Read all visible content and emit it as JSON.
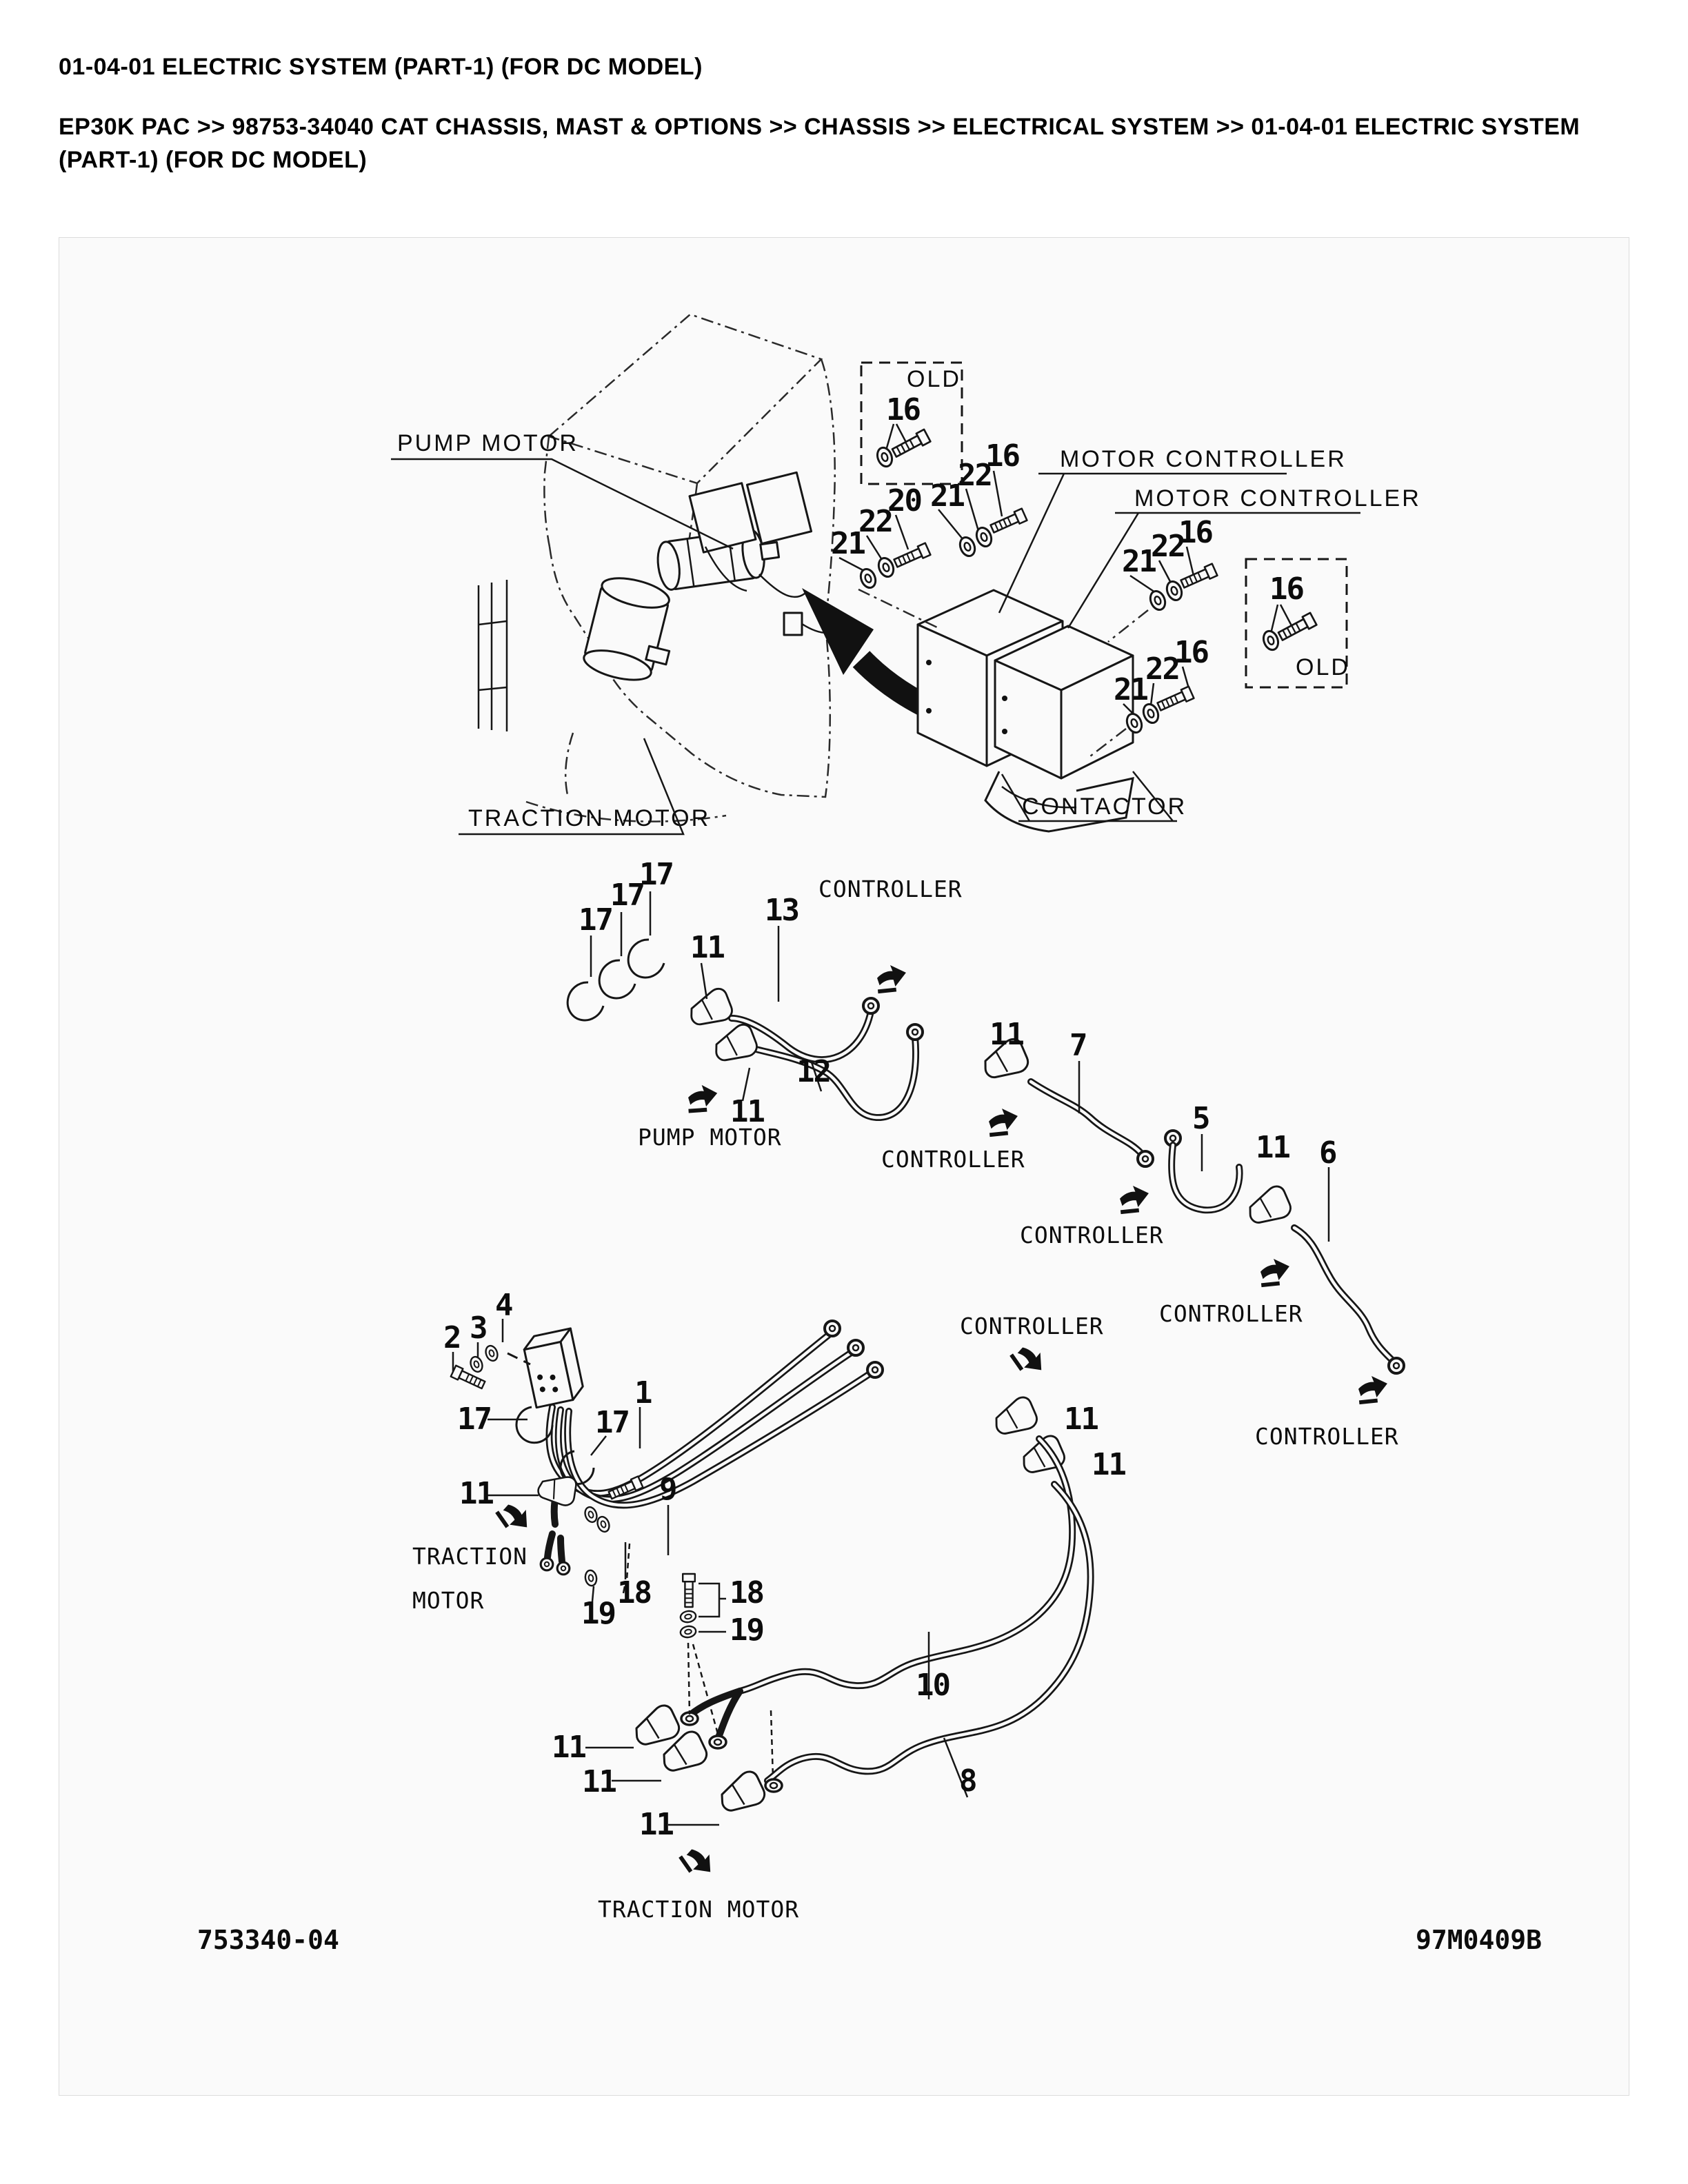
{
  "header": {
    "title": "01-04-01 ELECTRIC SYSTEM (PART-1) (FOR DC MODEL)",
    "breadcrumb": "EP30K PAC >> 98753-34040 CAT CHASSIS, MAST & OPTIONS >> CHASSIS >> ELECTRICAL SYSTEM >> 01-04-01 ELECTRIC SYSTEM (PART-1) (FOR DC MODEL)"
  },
  "diagram": {
    "background_color": "#fafafa",
    "ink_color": "#161616",
    "machine": {
      "pump_motor": "PUMP MOTOR",
      "traction_motor": "TRACTION MOTOR"
    },
    "assembly": {
      "motor_controller_upper": "MOTOR CONTROLLER",
      "motor_controller_lower": "MOTOR CONTROLLER",
      "contactor": "CONTACTOR",
      "old_box_left": "OLD",
      "old_box_right": "OLD"
    },
    "destinations": {
      "controller_pump_cables": "CONTROLLER",
      "controller_cable_7": "CONTROLLER",
      "controller_cable_5": "CONTROLLER",
      "controller_cable_6_upper": "CONTROLLER",
      "controller_cable_6_lower": "CONTROLLER",
      "controller_harness": "CONTROLLER",
      "pump_motor": "PUMP MOTOR",
      "traction_motor_upper_line1": "TRACTION",
      "traction_motor_upper_line2": "MOTOR",
      "traction_motor_lower": "TRACTION MOTOR"
    },
    "callouts": [
      {
        "part": "16"
      },
      {
        "part": "21"
      },
      {
        "part": "22"
      },
      {
        "part": "20"
      },
      {
        "part": "21"
      },
      {
        "part": "22"
      },
      {
        "part": "16"
      },
      {
        "part": "21"
      },
      {
        "part": "22"
      },
      {
        "part": "16"
      },
      {
        "part": "21"
      },
      {
        "part": "22"
      },
      {
        "part": "16"
      },
      {
        "part": "16"
      },
      {
        "part": "17"
      },
      {
        "part": "17"
      },
      {
        "part": "17"
      },
      {
        "part": "11"
      },
      {
        "part": "13"
      },
      {
        "part": "12"
      },
      {
        "part": "11"
      },
      {
        "part": "11"
      },
      {
        "part": "7"
      },
      {
        "part": "5"
      },
      {
        "part": "11"
      },
      {
        "part": "6"
      },
      {
        "part": "11"
      },
      {
        "part": "11"
      },
      {
        "part": "2"
      },
      {
        "part": "3"
      },
      {
        "part": "4"
      },
      {
        "part": "17"
      },
      {
        "part": "17"
      },
      {
        "part": "1"
      },
      {
        "part": "11"
      },
      {
        "part": "9"
      },
      {
        "part": "19"
      },
      {
        "part": "18"
      },
      {
        "part": "18"
      },
      {
        "part": "19"
      },
      {
        "part": "10"
      },
      {
        "part": "8"
      },
      {
        "part": "11"
      },
      {
        "part": "11"
      },
      {
        "part": "11"
      }
    ]
  },
  "footer": {
    "doc_number": "753340-04",
    "drawing_number": "97M0409B"
  }
}
